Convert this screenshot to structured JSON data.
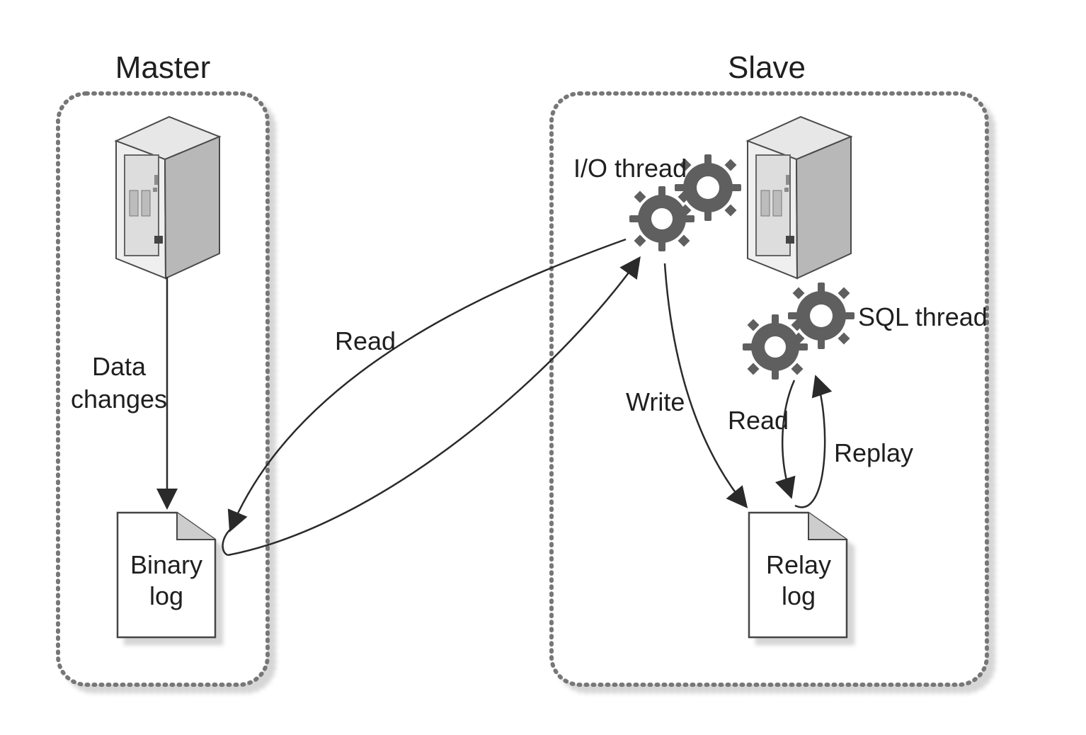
{
  "master": {
    "title": "Master",
    "data_changes_line1": "Data",
    "data_changes_line2": "changes",
    "binary_log_line1": "Binary",
    "binary_log_line2": "log",
    "server_icon": "server-icon",
    "doc_icon": "document-icon"
  },
  "slave": {
    "title": "Slave",
    "io_thread": "I/O thread",
    "sql_thread": "SQL thread",
    "write": "Write",
    "read": "Read",
    "replay": "Replay",
    "relay_log_line1": "Relay",
    "relay_log_line2": "log",
    "server_icon": "server-icon",
    "gear_icon": "gears-icon",
    "doc_icon": "document-icon"
  },
  "link": {
    "read": "Read"
  },
  "colors": {
    "border": "#777777",
    "line": "#2a2a2a",
    "gear": "#5f5f5f",
    "server_light": "#efefef",
    "server_mid": "#d8d8d8",
    "server_dark": "#b5b5b5"
  }
}
